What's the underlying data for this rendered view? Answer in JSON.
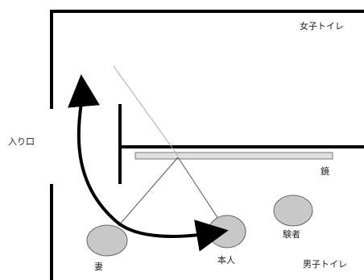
{
  "labels": {
    "womens_toilet": "女子トイレ",
    "mens_toilet": "男子トイレ",
    "entrance": "入り口",
    "mirror": "鏡",
    "wife": "妻",
    "self": "本人",
    "subject": "験者"
  },
  "colors": {
    "wall": "#000000",
    "mirror_fill": "#e0e0e0",
    "mirror_stroke": "#777777",
    "person_fill": "#c8c8c8",
    "person_stroke": "#666666",
    "sight_line": "#555555",
    "reflection_line": "#aaaaaa",
    "path_arrow": "#000000"
  }
}
